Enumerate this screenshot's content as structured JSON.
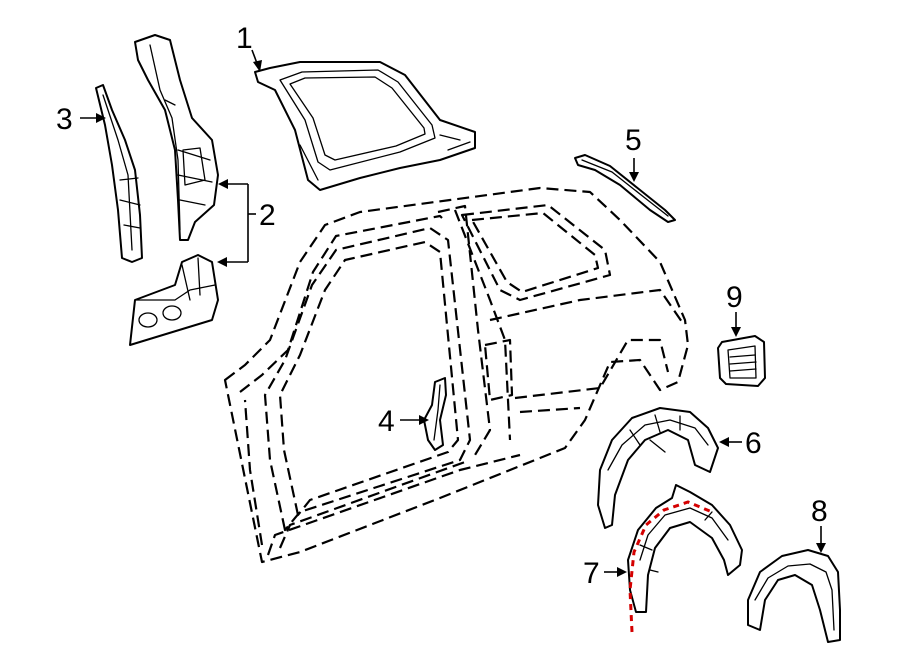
{
  "diagram": {
    "callouts": [
      "1",
      "2",
      "3",
      "4",
      "5",
      "6",
      "7",
      "8",
      "9"
    ],
    "colors": {
      "line": "#000000",
      "background": "#ffffff",
      "highlight": "#d40000"
    }
  }
}
